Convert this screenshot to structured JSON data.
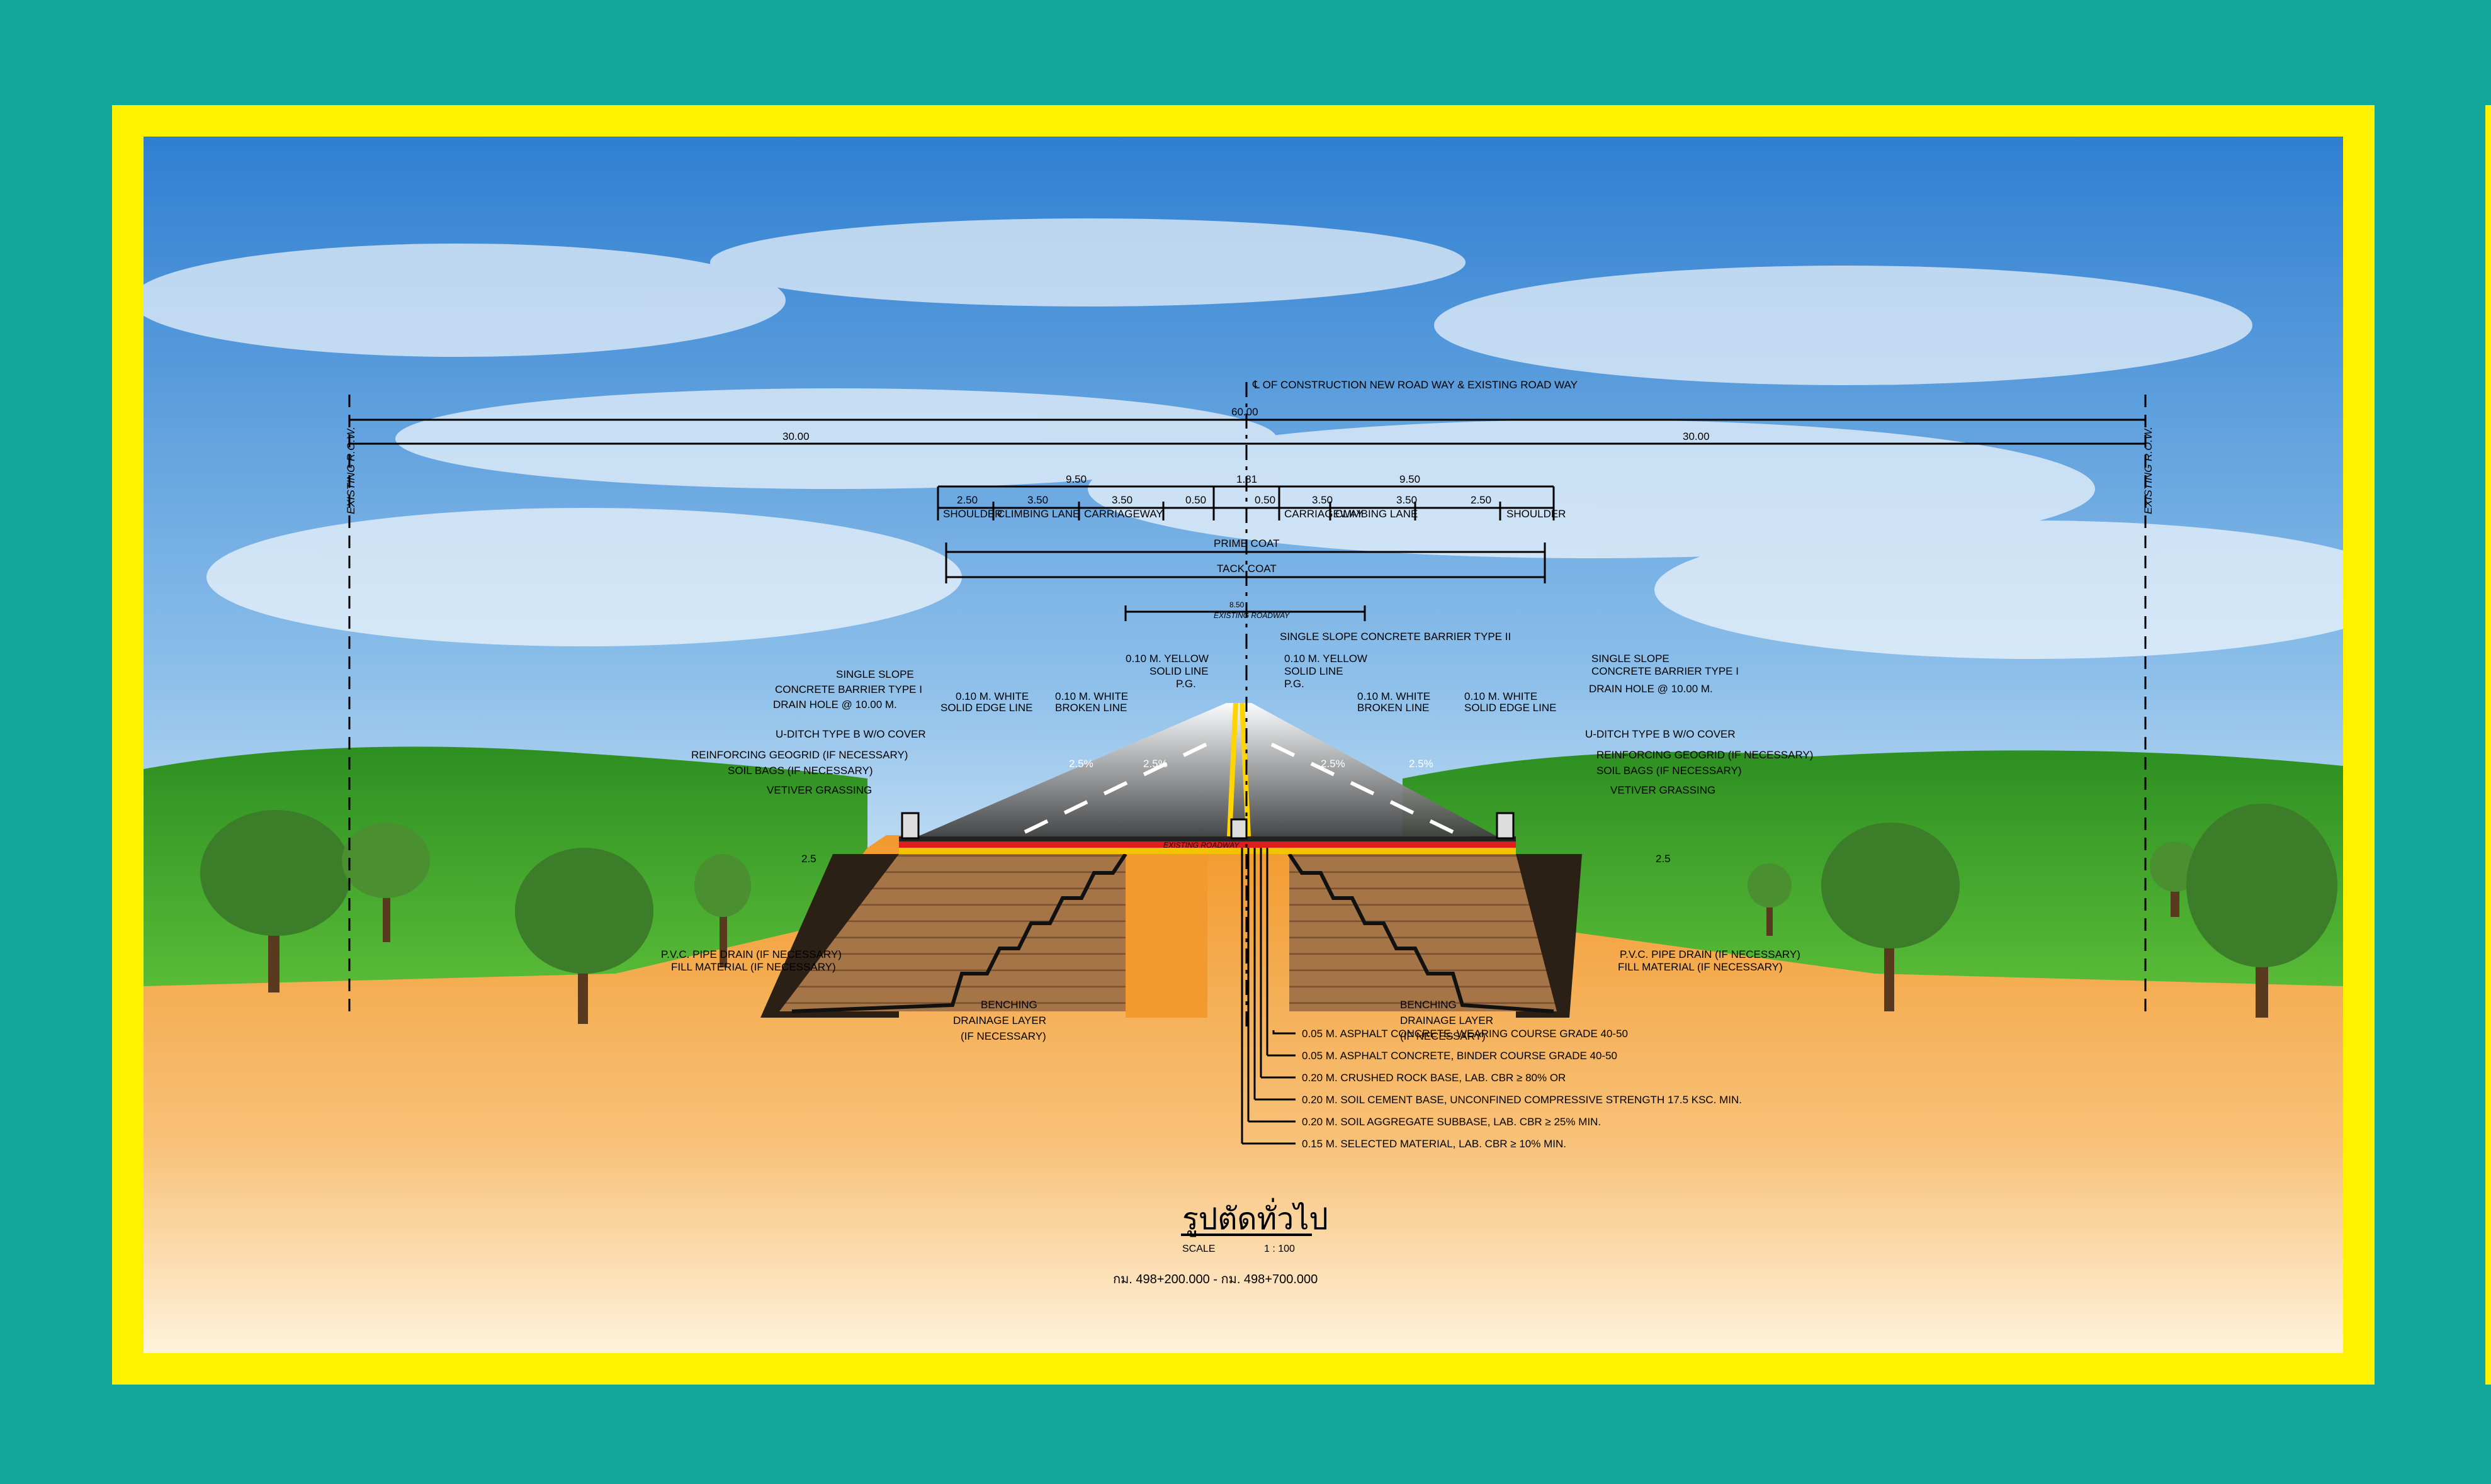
{
  "colors": {
    "background": "#13a79b",
    "frame": "#fff200",
    "sky_top": "#2f7fd1",
    "grass": "#3fae2a",
    "soil": "#f4a43c",
    "asphalt": "#4a4a4a",
    "embankment": "#9a6a3a"
  },
  "diagram": {
    "centerline": "℄ OF CONSTRUCTION NEW ROAD WAY & EXISTING ROAD WAY",
    "row_left": "EXISTING R.O.W.",
    "row_right": "EXISTING R.O.W.",
    "total_width": "60.00",
    "half_left": "30.00",
    "half_right": "30.00",
    "half_road_left": "9.50",
    "half_road_right": "9.50",
    "median_width": "1.81",
    "lane_dims_left": [
      "2.50",
      "3.50",
      "3.50",
      "0.50"
    ],
    "lane_dims_right": [
      "0.50",
      "3.50",
      "3.50",
      "2.50"
    ],
    "lane_names_left": [
      "SHOULDER",
      "CLIMBING LANE",
      "CARRIAGEWAY"
    ],
    "lane_names_right": [
      "CARRIAGEWAY",
      "CLIMBING LANE",
      "SHOULDER"
    ],
    "prime_coat": "PRIME COAT",
    "tack_coat": "TACK COAT",
    "existing_width": "8.50",
    "existing_roadway": "EXISTING ROADWAY",
    "existing_roadway_2": "EXISTING ROADWAY",
    "barrier_type2": "SINGLE SLOPE CONCRETE BARRIER TYPE II",
    "barrier_left": [
      "SINGLE SLOPE",
      "CONCRETE BARRIER TYPE I",
      "DRAIN HOLE @ 10.00 M."
    ],
    "barrier_right": [
      "SINGLE SLOPE",
      "CONCRETE BARRIER TYPE I",
      "DRAIN HOLE @ 10.00 M."
    ],
    "yellow_line_left": [
      "0.10 M. YELLOW",
      "SOLID LINE",
      "P.G."
    ],
    "yellow_line_right": [
      "0.10 M. YELLOW",
      "SOLID LINE",
      "P.G."
    ],
    "white_edge_left": [
      "0.10 M. WHITE",
      "SOLID EDGE LINE"
    ],
    "white_broken_left": [
      "0.10 M. WHITE",
      "BROKEN LINE"
    ],
    "white_broken_right": [
      "0.10 M. WHITE",
      "BROKEN LINE"
    ],
    "white_edge_right": [
      "0.10 M. WHITE",
      "SOLID EDGE LINE"
    ],
    "slope_left_1": "2.5%",
    "slope_left_2": "2.5%",
    "slope_right_1": "2.5%",
    "slope_right_2": "2.5%",
    "side_left": [
      "U-DITCH TYPE B W/O COVER",
      "REINFORCING GEOGRID (IF NECESSARY)",
      "SOIL BAGS (IF NECESSARY)",
      "VETIVER GRASSING"
    ],
    "side_right": [
      "U-DITCH TYPE B W/O COVER",
      "REINFORCING GEOGRID (IF NECESSARY)",
      "SOIL BAGS (IF NECESSARY)",
      "VETIVER GRASSING"
    ],
    "slope_ratio_left": "2.5",
    "slope_ratio_right": "2.5",
    "bottom_left": [
      "P.V.C. PIPE DRAIN (IF NECESSARY)",
      "FILL MATERIAL (IF NECESSARY)"
    ],
    "bottom_right": [
      "P.V.C. PIPE DRAIN (IF NECESSARY)",
      "FILL MATERIAL (IF NECESSARY)"
    ],
    "benching_left": [
      "BENCHING",
      "DRAINAGE LAYER",
      "(IF NECESSARY)"
    ],
    "benching_right": [
      "BENCHING",
      "DRAINAGE LAYER",
      "(IF NECESSARY)"
    ],
    "layers": [
      "0.05 M. ASPHALT CONCRETE, WEARING COURSE GRADE 40-50",
      "0.05 M. ASPHALT CONCRETE, BINDER COURSE GRADE 40-50",
      "0.20 M. CRUSHED ROCK BASE, LAB. CBR ≥ 80% OR",
      "0.20 M. SOIL CEMENT BASE, UNCONFINED COMPRESSIVE STRENGTH 17.5 KSC. MIN.",
      "0.20 M. SOIL AGGREGATE SUBBASE, LAB. CBR ≥ 25% MIN.",
      "0.15 M. SELECTED MATERIAL, LAB. CBR ≥ 10% MIN."
    ],
    "title": "รูปตัดทั่วไป",
    "scale_label": "SCALE",
    "scale_value": "1 : 100",
    "station": "กม. 498+200.000 - กม. 498+700.000"
  }
}
